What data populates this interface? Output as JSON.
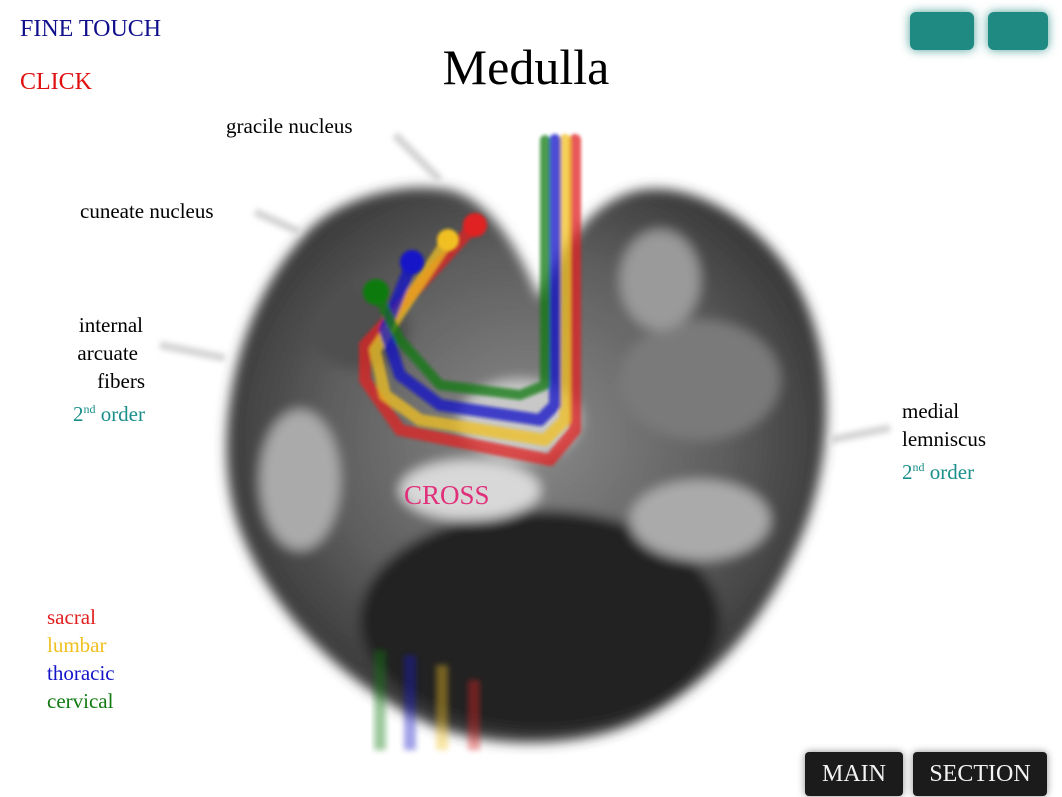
{
  "title": "Medulla",
  "nav": {
    "fine_touch": "FINE TOUCH",
    "click": "CLICK"
  },
  "labels": {
    "gracile": "gracile nucleus",
    "cuneate": "cuneate nucleus",
    "internal_line1": "internal",
    "internal_line2": "arcuate",
    "internal_line3": "fibers",
    "medial_line1": "medial",
    "medial_line2": "lemniscus",
    "order_num": "2",
    "order_sup": "nd",
    "order_word": "order",
    "cross": "CROSS"
  },
  "legend": {
    "sacral": "sacral",
    "lumbar": "lumbar",
    "thoracic": "thoracic",
    "cervical": "cervical"
  },
  "buttons": {
    "main": "MAIN",
    "section": "SECTION"
  },
  "colors": {
    "nav_blue": "#10108c",
    "click_red": "#e01010",
    "sacral": "#e02020",
    "lumbar": "#f0c020",
    "thoracic": "#1515c8",
    "cervical": "#107a10",
    "cross": "#e0307a",
    "order_teal": "#1a8f8a"
  }
}
